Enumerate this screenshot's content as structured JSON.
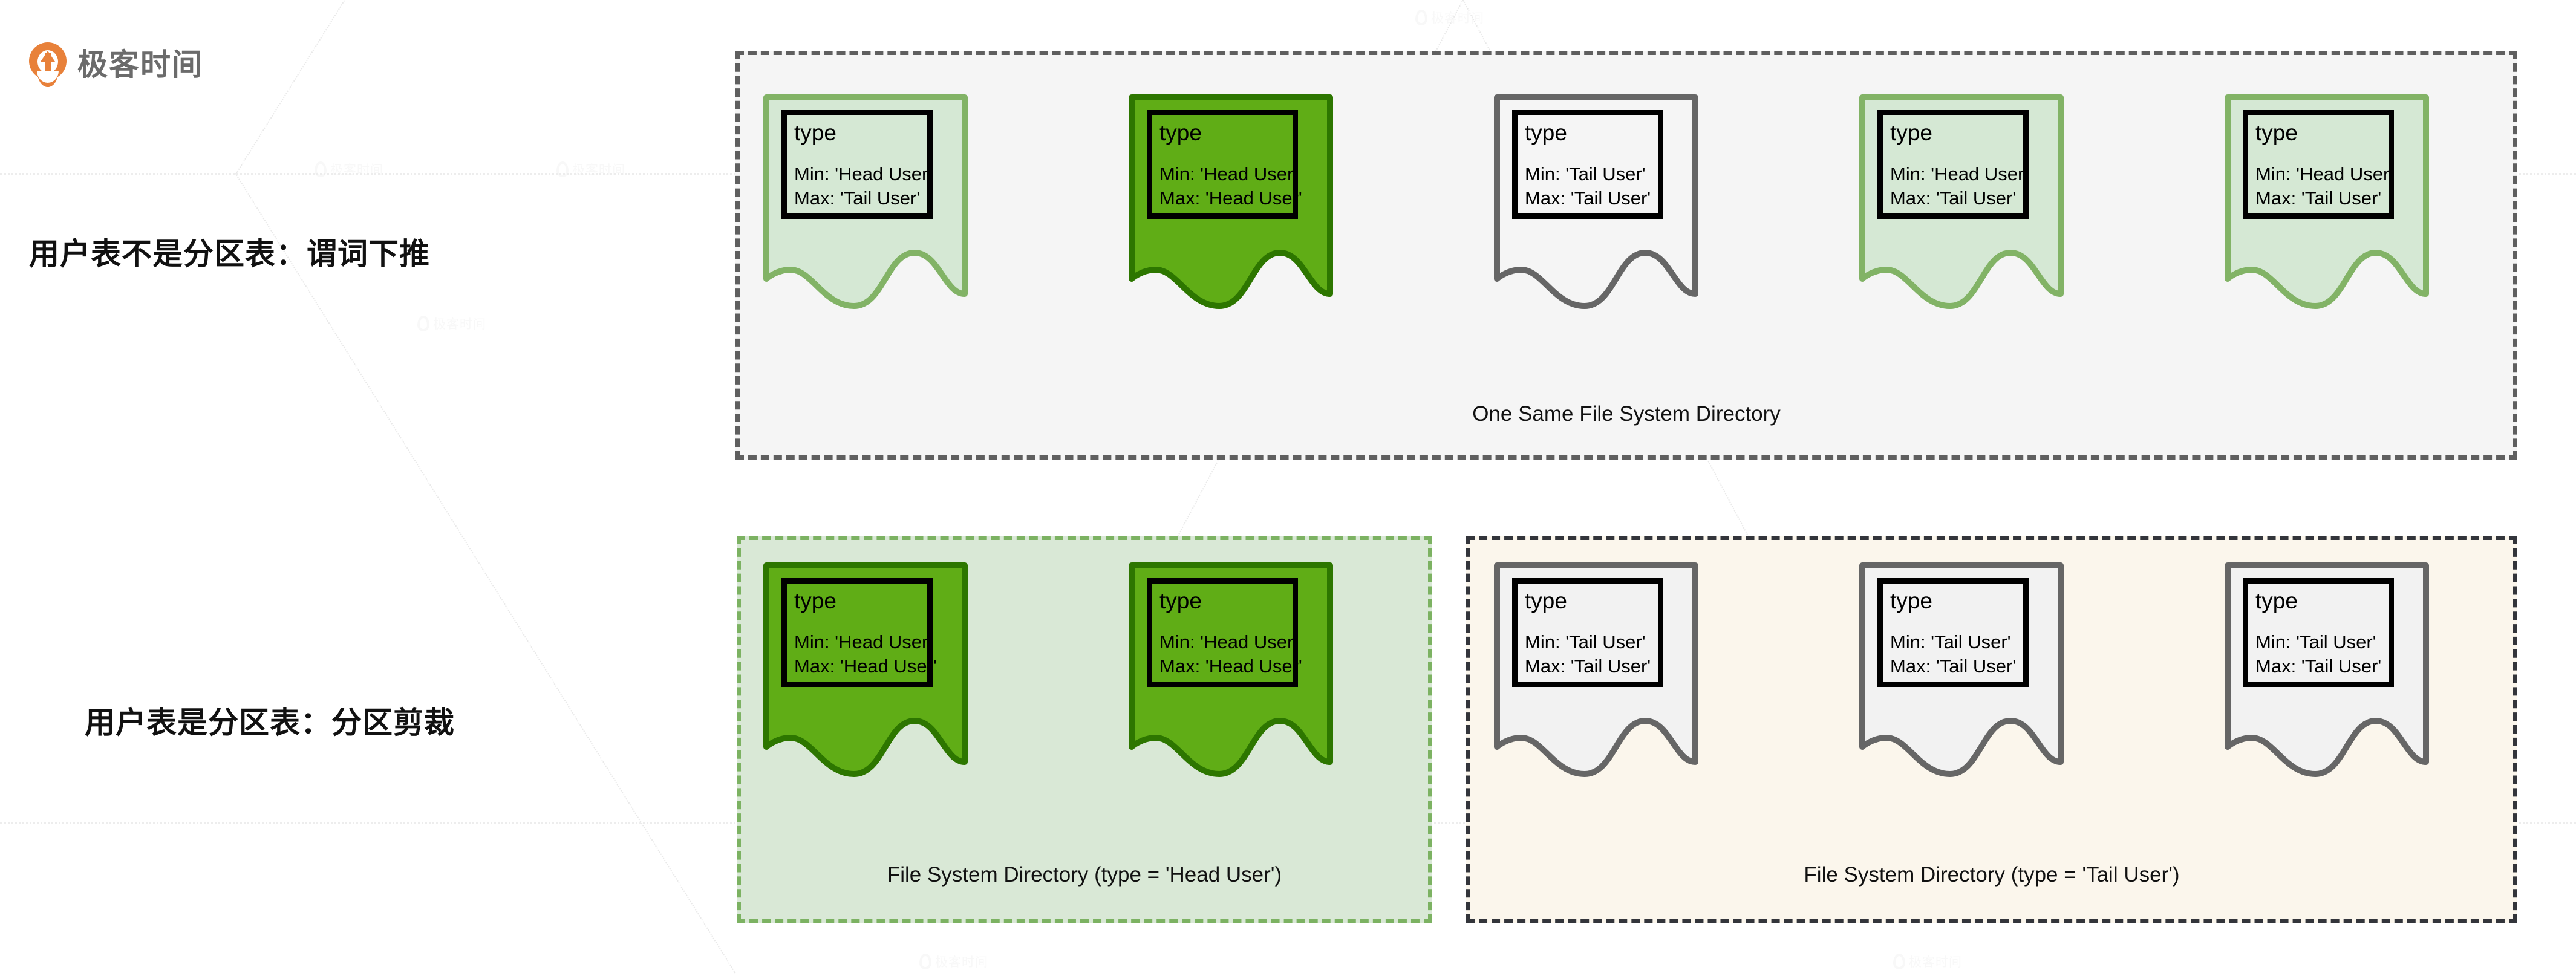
{
  "brand": {
    "logo_text": "极客时间",
    "logo_icon": "geektime-pin-icon",
    "brand_color": "#e8813a",
    "logo_text_color": "#6b6b6b"
  },
  "watermark": {
    "text": "极客时间"
  },
  "rows": [
    {
      "id": "row1",
      "label": "用户表不是分区表：谓词下推",
      "containers": [
        {
          "id": "container-row1",
          "caption": "One Same File System Directory",
          "background": "#f5f5f5",
          "border_color": "#5f5f5f",
          "border_style": "dashed"
        }
      ]
    },
    {
      "id": "row2",
      "label": "用户表是分区表：分区剪裁",
      "containers": [
        {
          "id": "container-row2-head",
          "caption": "File System Directory (type = 'Head User')",
          "background": "#d9e8d6",
          "border_color": "#7cb262",
          "border_style": "dashed"
        },
        {
          "id": "container-row2-tail",
          "caption": "File System Directory (type = 'Tail User')",
          "background": "#fbf6ec",
          "border_color": "#33353b",
          "border_style": "dashed"
        }
      ]
    }
  ],
  "files": {
    "row1": [
      {
        "column": "type",
        "min": "Min: 'Head User'",
        "max": "Max: 'Tail User'",
        "fill": "#d5e8d4",
        "stroke": "#82b366",
        "state": "partial-match"
      },
      {
        "column": "type",
        "min": "Min: 'Head User'",
        "max": "Max: 'Head User'",
        "fill": "#60ad16",
        "stroke": "#2d7600",
        "state": "match"
      },
      {
        "column": "type",
        "min": "Min: 'Tail User'",
        "max": "Max: 'Tail User'",
        "fill": "#f5f5f5",
        "stroke": "#666666",
        "state": "skipped"
      },
      {
        "column": "type",
        "min": "Min: 'Head User'",
        "max": "Max: 'Tail User'",
        "fill": "#d5e8d4",
        "stroke": "#82b366",
        "state": "partial-match"
      },
      {
        "column": "type",
        "min": "Min: 'Head User'",
        "max": "Max: 'Tail User'",
        "fill": "#d5e8d4",
        "stroke": "#82b366",
        "state": "partial-match"
      }
    ],
    "row2": [
      {
        "column": "type",
        "min": "Min: 'Head User'",
        "max": "Max: 'Head User'",
        "fill": "#60ad16",
        "stroke": "#2d7600",
        "state": "match"
      },
      {
        "column": "type",
        "min": "Min: 'Head User'",
        "max": "Max: 'Head User'",
        "fill": "#60ad16",
        "stroke": "#2d7600",
        "state": "match"
      },
      {
        "column": "type",
        "min": "Min: 'Tail User'",
        "max": "Max: 'Tail User'",
        "fill": "#f2f2f2",
        "stroke": "#666666",
        "state": "pruned"
      },
      {
        "column": "type",
        "min": "Min: 'Tail User'",
        "max": "Max: 'Tail User'",
        "fill": "#f2f2f2",
        "stroke": "#666666",
        "state": "pruned"
      },
      {
        "column": "type",
        "min": "Min: 'Tail User'",
        "max": "Max: 'Tail User'",
        "fill": "#f2f2f2",
        "stroke": "#666666",
        "state": "pruned"
      }
    ]
  }
}
